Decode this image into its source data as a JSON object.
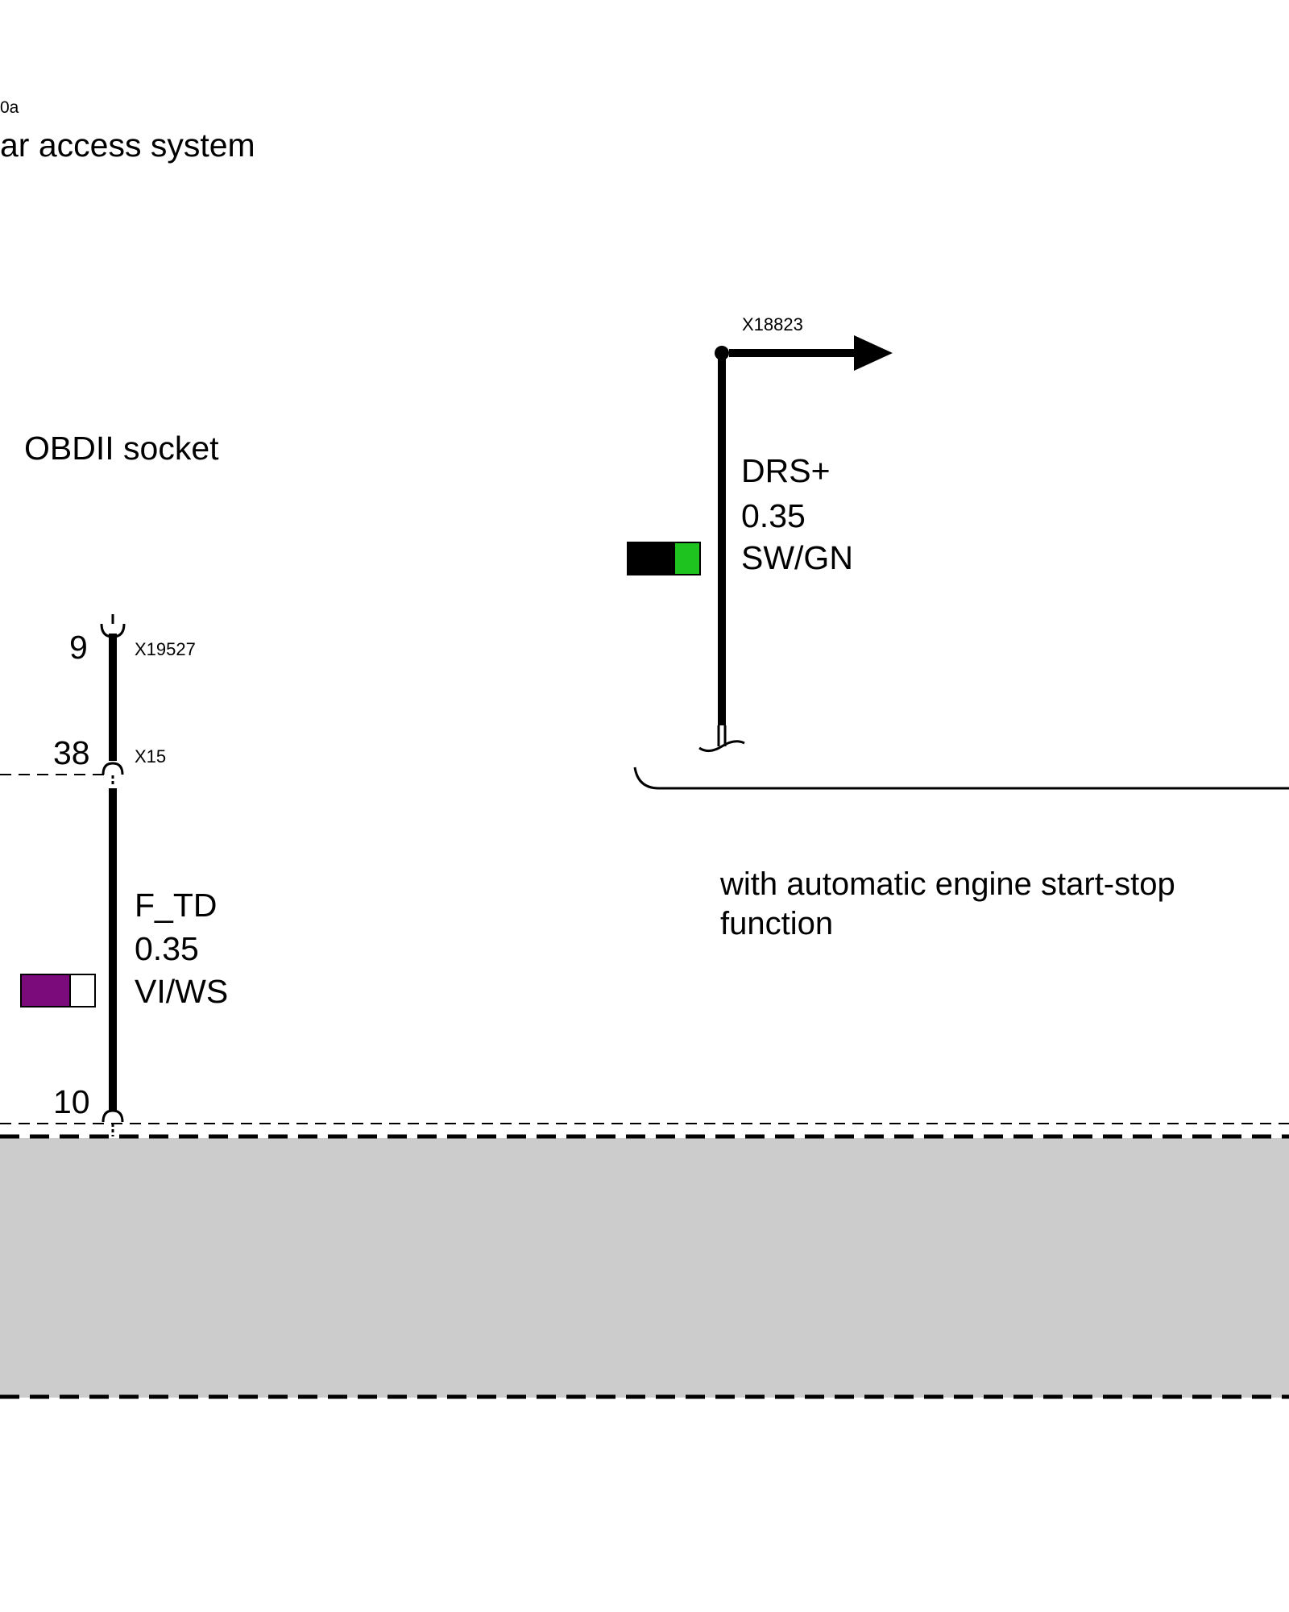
{
  "header": {
    "fragment_code": "0a",
    "title_fragment": "ar access system"
  },
  "components": {
    "obd_socket_label": "OBDII socket",
    "note_text_line1": "with automatic engine start-stop",
    "note_text_line2": "function"
  },
  "connectors": {
    "x18823": "X18823",
    "x19527": "X19527",
    "x15": "X15"
  },
  "pins": {
    "pin_9": "9",
    "pin_38": "38",
    "pin_10": "10"
  },
  "wires": [
    {
      "signal": "DRS+",
      "gauge": "0.35",
      "color_code": "SW/GN",
      "colors": [
        "#000000",
        "#1fc31f"
      ]
    },
    {
      "signal": "F_TD",
      "gauge": "0.35",
      "color_code": "VI/WS",
      "colors": [
        "#7b0a7b",
        "#ffffff"
      ]
    }
  ],
  "styles": {
    "shaded_region_color": "#cccccc"
  }
}
